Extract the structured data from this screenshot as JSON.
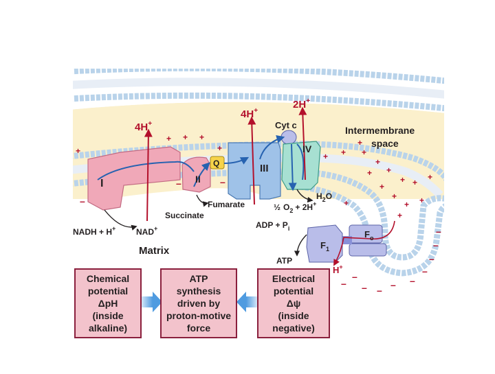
{
  "labels": {
    "h_4_left": "4H",
    "h_4_mid": "4H",
    "h_2_right": "2H",
    "plus": "+",
    "cyt_c": "Cyt c",
    "intermembrane_line1": "Intermembrane",
    "intermembrane_line2": "space",
    "complex_I": "I",
    "complex_II": "II",
    "complex_III": "III",
    "complex_IV": "IV",
    "q": "Q",
    "fumarate": "Fumarate",
    "succinate": "Succinate",
    "h2o_h": "H",
    "h2o_sub": "2",
    "h2o_o": "O",
    "o2_half": "½",
    "o2_o": "O",
    "o2_sub": "2",
    "o2_rest": "+ 2H",
    "nadh": "NADH + H",
    "nad": "NAD",
    "adp": "ADP + P",
    "adp_sub": "i",
    "atp": "ATP",
    "fo_f": "F",
    "fo_sub": "o",
    "f1_f": "F",
    "f1_sub": "1",
    "h_out": "H",
    "matrix": "Matrix",
    "minus": "–"
  },
  "boxes": {
    "chemical": [
      "Chemical",
      "potential",
      "ΔpH",
      "(inside",
      "alkaline)"
    ],
    "atp_synthesis": [
      "ATP",
      "synthesis",
      "driven by",
      "proton-motive",
      "force"
    ],
    "electrical": [
      "Electrical",
      "potential",
      "Δψ",
      "(inside",
      "negative)"
    ]
  },
  "colors": {
    "membrane_head": "#b9d3ea",
    "membrane_tail": "#ffffff",
    "intermembrane": "#fbf0cc",
    "complex_pink": "#f0a8b8",
    "complex_blue": "#9fc2e8",
    "complex_teal": "#a7e0d2",
    "atp_synthase": "#b9bde9",
    "q_yellow": "#f6d34a",
    "proton_red": "#b3102b",
    "electron_blue": "#2662b0",
    "box_pink": "#f3c3cc",
    "arrow_blue": "#4f9be0"
  }
}
